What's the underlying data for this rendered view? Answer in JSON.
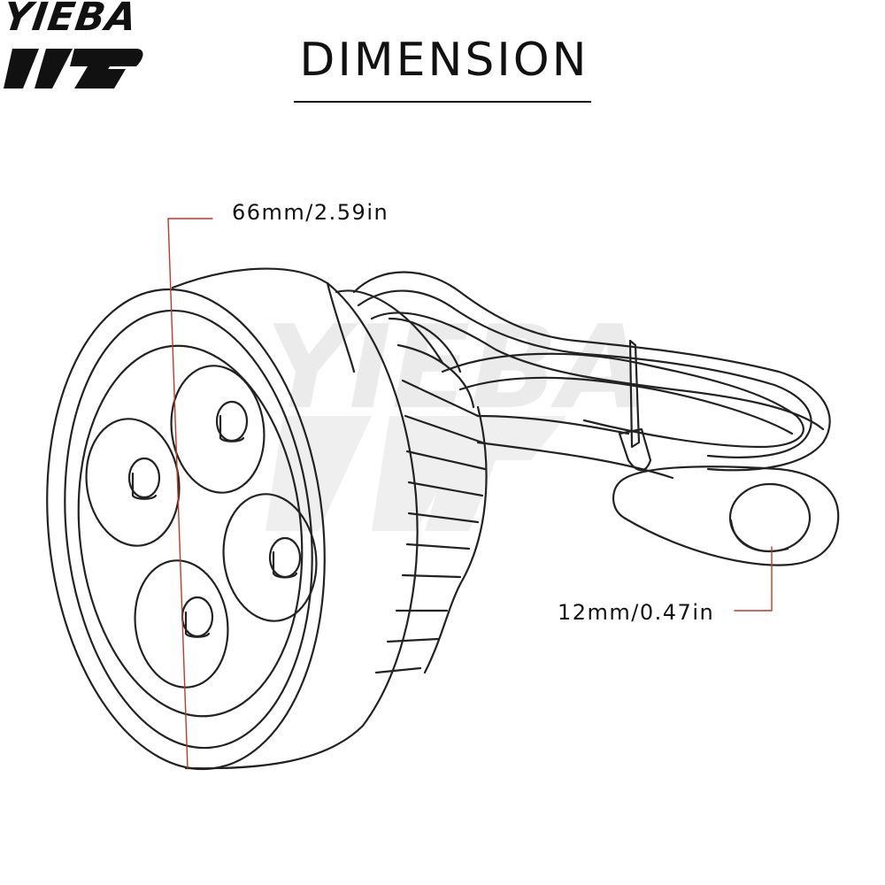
{
  "brand": {
    "name": "YIEBA",
    "watermark_text": "YIEBA"
  },
  "title": "DIMENSION",
  "dimensions": {
    "diameter": "66mm/2.59in",
    "switch": "12mm/0.47in"
  },
  "colors": {
    "line": "#222222",
    "accent": "#c0392b",
    "watermark": "#e6e6e6"
  }
}
